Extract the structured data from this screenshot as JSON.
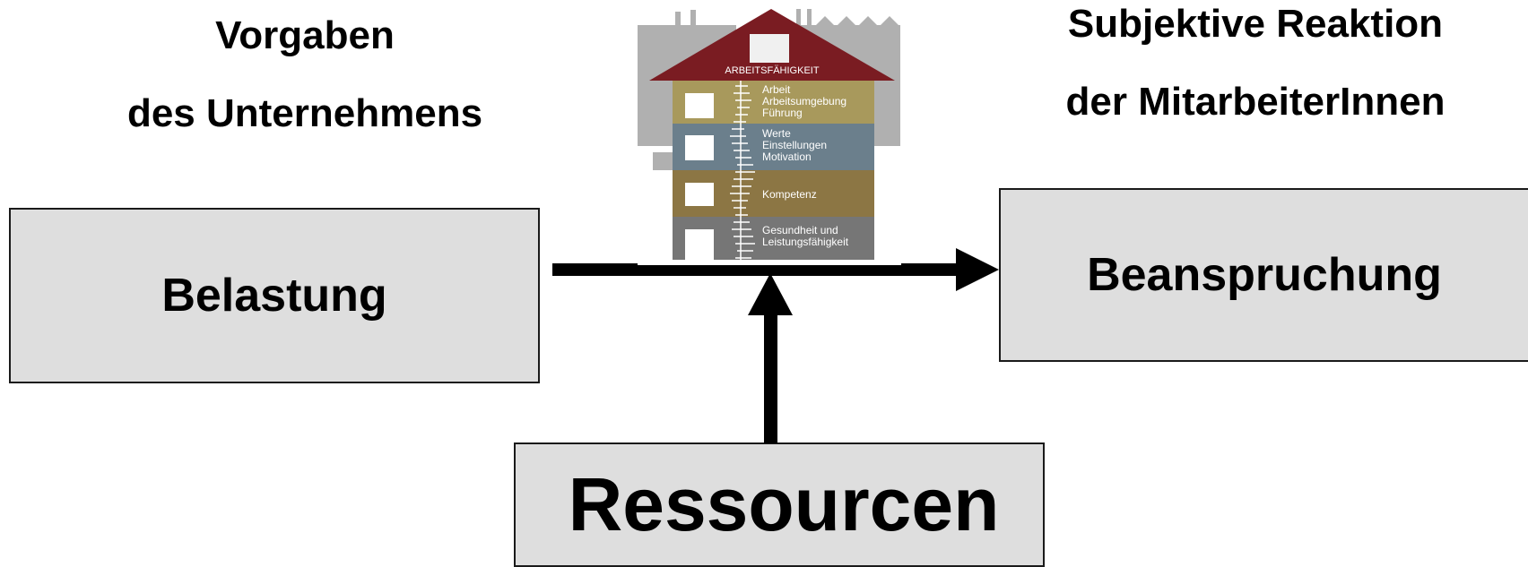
{
  "header_left": {
    "line1": "Vorgaben",
    "line2": "des Unternehmens"
  },
  "header_right": {
    "line1": "Subjektive Reaktion",
    "line2": "der MitarbeiterInnen"
  },
  "boxes": {
    "belastung": "Belastung",
    "beanspruchung": "Beanspruchung",
    "ressourcen": "Ressourcen"
  },
  "house": {
    "roof_label": "ARBEITSFÄHIGKEIT",
    "floors": [
      {
        "lines": [
          "Arbeit",
          "Arbeitsumgebung",
          "Führung"
        ],
        "color": "#a8995c"
      },
      {
        "lines": [
          "Werte",
          "Einstellungen",
          "Motivation"
        ],
        "color": "#6b7f8c"
      },
      {
        "lines": [
          "Kompetenz"
        ],
        "color": "#8c7644"
      },
      {
        "lines": [
          "Gesundheit und",
          "Leistungsfähigkeit"
        ],
        "color": "#767676"
      }
    ],
    "roof_color": "#7a1c22",
    "background_color": "#b0b0b0"
  },
  "colors": {
    "box_fill": "#dedede",
    "arrow": "#000000"
  }
}
